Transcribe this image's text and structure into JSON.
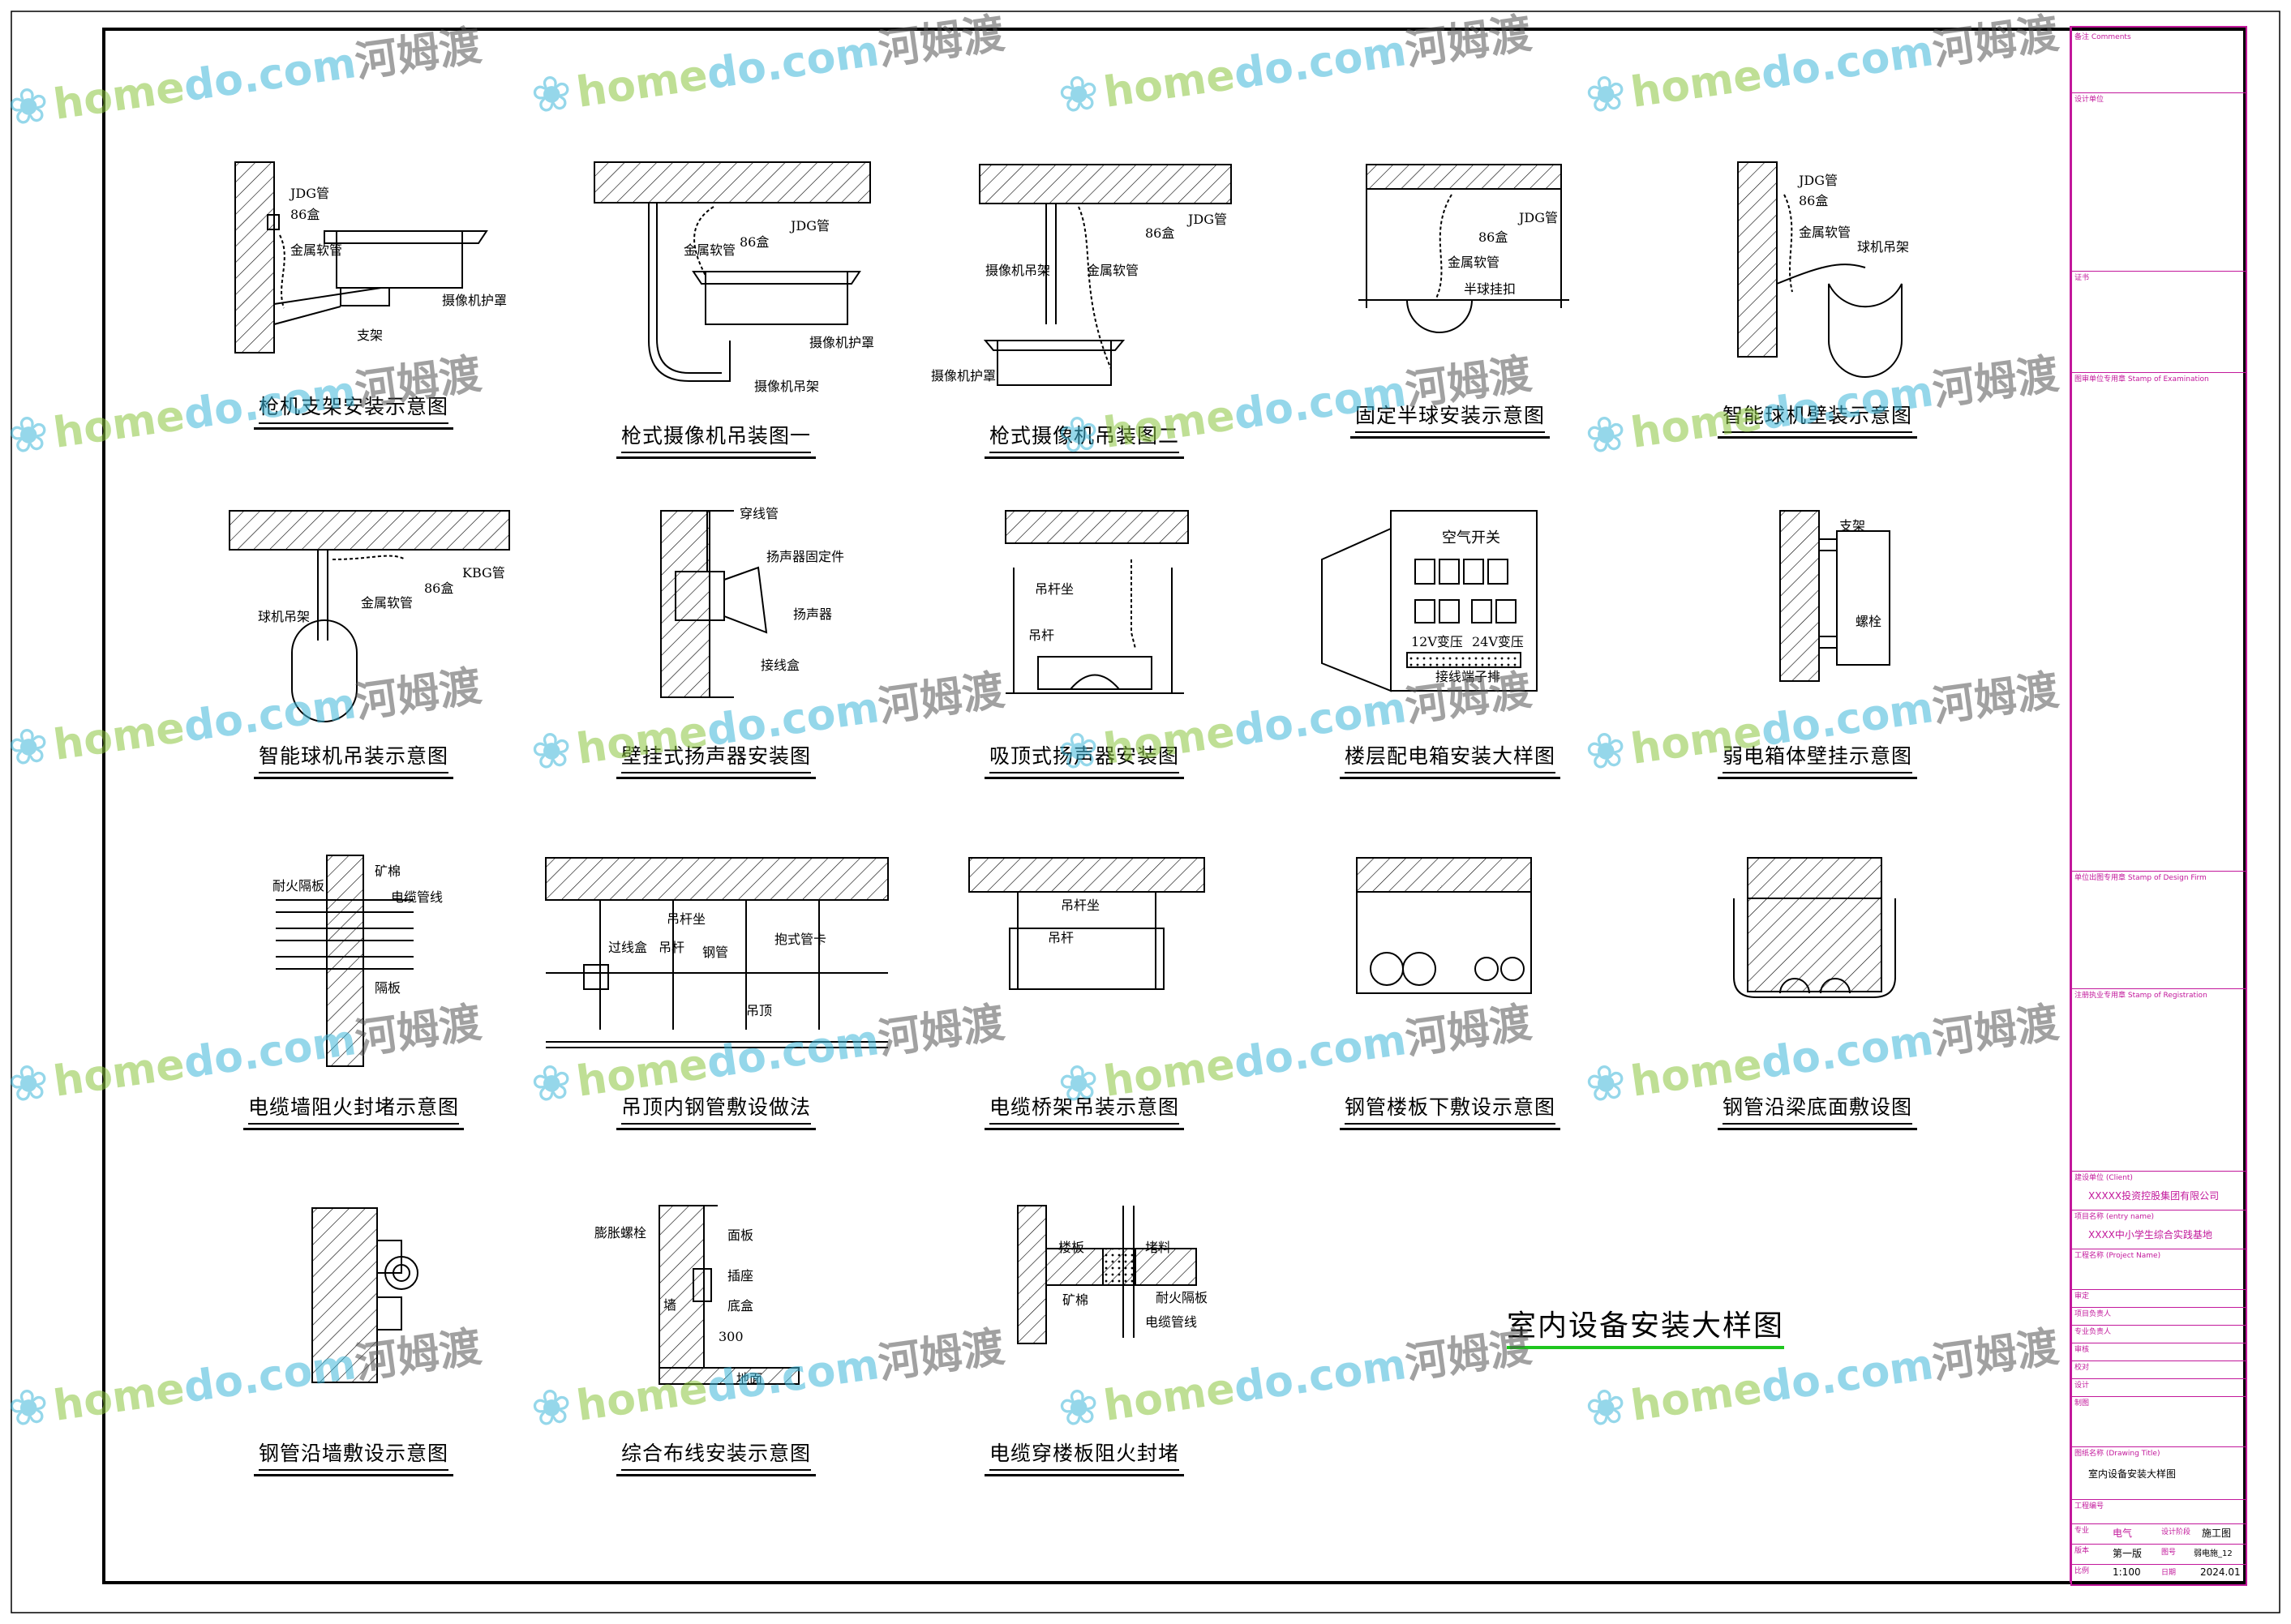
{
  "sheet_title": "室内设备安装大样图",
  "details": [
    {
      "caption": "枪机支架安装示意图",
      "labels": [
        "JDG管",
        "86盒",
        "金属软管",
        "摄像机护罩",
        "支架"
      ]
    },
    {
      "caption": "枪式摄像机吊装图一",
      "labels": [
        "JDG管",
        "86盒",
        "金属软管",
        "摄像机护罩",
        "摄像机吊架"
      ]
    },
    {
      "caption": "枪式摄像机吊装图二",
      "labels": [
        "JDG管",
        "86盒",
        "金属软管",
        "摄像机吊架",
        "摄像机护罩"
      ]
    },
    {
      "caption": "固定半球安装示意图",
      "labels": [
        "JDG管",
        "86盒",
        "金属软管",
        "半球挂扣"
      ]
    },
    {
      "caption": "智能球机壁装示意图",
      "labels": [
        "JDG管",
        "86盒",
        "金属软管",
        "球机吊架"
      ]
    },
    {
      "caption": "智能球机吊装示意图",
      "labels": [
        "KBG管",
        "86盒",
        "金属软管",
        "球机吊架"
      ]
    },
    {
      "caption": "壁挂式扬声器安装图",
      "labels": [
        "穿线管",
        "扬声器固定件",
        "扬声器",
        "接线盒"
      ]
    },
    {
      "caption": "吸顶式扬声器安装图",
      "labels": [
        "吊杆坐",
        "吊杆"
      ]
    },
    {
      "caption": "楼层配电箱安装大样图",
      "labels": [
        "空气开关",
        "12V变压",
        "24V变压",
        "接线端子排"
      ]
    },
    {
      "caption": "弱电箱体壁挂示意图",
      "labels": [
        "支架",
        "螺栓"
      ]
    },
    {
      "caption": "电缆墙阻火封堵示意图",
      "labels": [
        "矿棉",
        "耐火隔板",
        "电缆管线",
        "隔板"
      ]
    },
    {
      "caption": "吊顶内钢管敷设做法",
      "labels": [
        "吊杆坐",
        "过线盒",
        "吊杆",
        "钢管",
        "抱式管卡",
        "吊顶"
      ]
    },
    {
      "caption": "电缆桥架吊装示意图",
      "labels": [
        "吊杆坐",
        "吊杆"
      ]
    },
    {
      "caption": "钢管楼板下敷设示意图",
      "labels": []
    },
    {
      "caption": "钢管沿梁底面敷设图",
      "labels": []
    },
    {
      "caption": "钢管沿墙敷设示意图",
      "labels": []
    },
    {
      "caption": "综合布线安装示意图",
      "labels": [
        "膨胀螺栓",
        "面板",
        "插座",
        "底盒",
        "墙",
        "300",
        "地面"
      ]
    },
    {
      "caption": "电缆穿楼板阻火封堵",
      "labels": [
        "楼板",
        "堵料",
        "矿棉",
        "耐火隔板",
        "电缆管线"
      ]
    }
  ],
  "watermark": {
    "part1": "home",
    "part2": "do.com",
    "part3": "河姆渡"
  },
  "title_block": {
    "remarks_label": "备注 Comments",
    "design_no_label": "设计单位",
    "seal_label": "证书",
    "exam_label": "图审单位专用章 Stamp of Examination",
    "design_seal_label": "单位出图专用章 Stamp of Design Firm",
    "reg_label": "注册执业专用章 Stamp of Registration",
    "client_label": "建设单位 (Client)",
    "client": "XXXXX投资控股集团有限公司",
    "project_label": "项目名称 (entry name)",
    "project": "XXXX中小学生综合实践基地",
    "eng_label": "工程名称 (Project Name)",
    "roles": [
      "审定",
      "项目负责人",
      "专业负责人",
      "审核",
      "校对",
      "设计",
      "制图"
    ],
    "drawing_title_label": "图纸名称 (Drawing Title)",
    "drawing_title": "室内设备安装大样图",
    "eng_no_label": "工程编号",
    "discipline_label": "专业",
    "discipline": "电气",
    "stage_label": "设计阶段",
    "stage": "施工图",
    "version_label": "版本",
    "version": "第一版",
    "drawing_no_label": "图号",
    "drawing_no": "弱电施_12",
    "scale_label": "比例",
    "scale": "1:100",
    "date_label": "日期",
    "date": "2024.01"
  },
  "colors": {
    "title_block": "#c2189b",
    "title_underline": "#1ec61e",
    "wm_green": "#8cc63f",
    "wm_blue": "#3fb7d9"
  }
}
